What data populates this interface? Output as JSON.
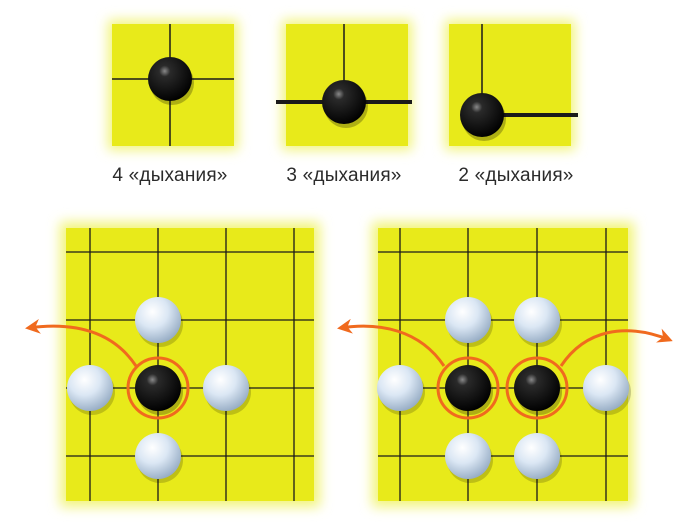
{
  "colors": {
    "board": "#e8ea1a",
    "board_glow": "#f2f47a",
    "grid": "#1a1a1a",
    "black_stone": "#0c0c0c",
    "white_stone": "#cfdff0",
    "arrow": "#f06a1e"
  },
  "captions": {
    "center": "4 «дыхания»",
    "edge": "3 «дыхания»",
    "corner": "2 «дыхания»"
  },
  "examples": [
    {
      "id": "center",
      "liberties": 4
    },
    {
      "id": "edge",
      "liberties": 3
    },
    {
      "id": "corner",
      "liberties": 2
    }
  ]
}
